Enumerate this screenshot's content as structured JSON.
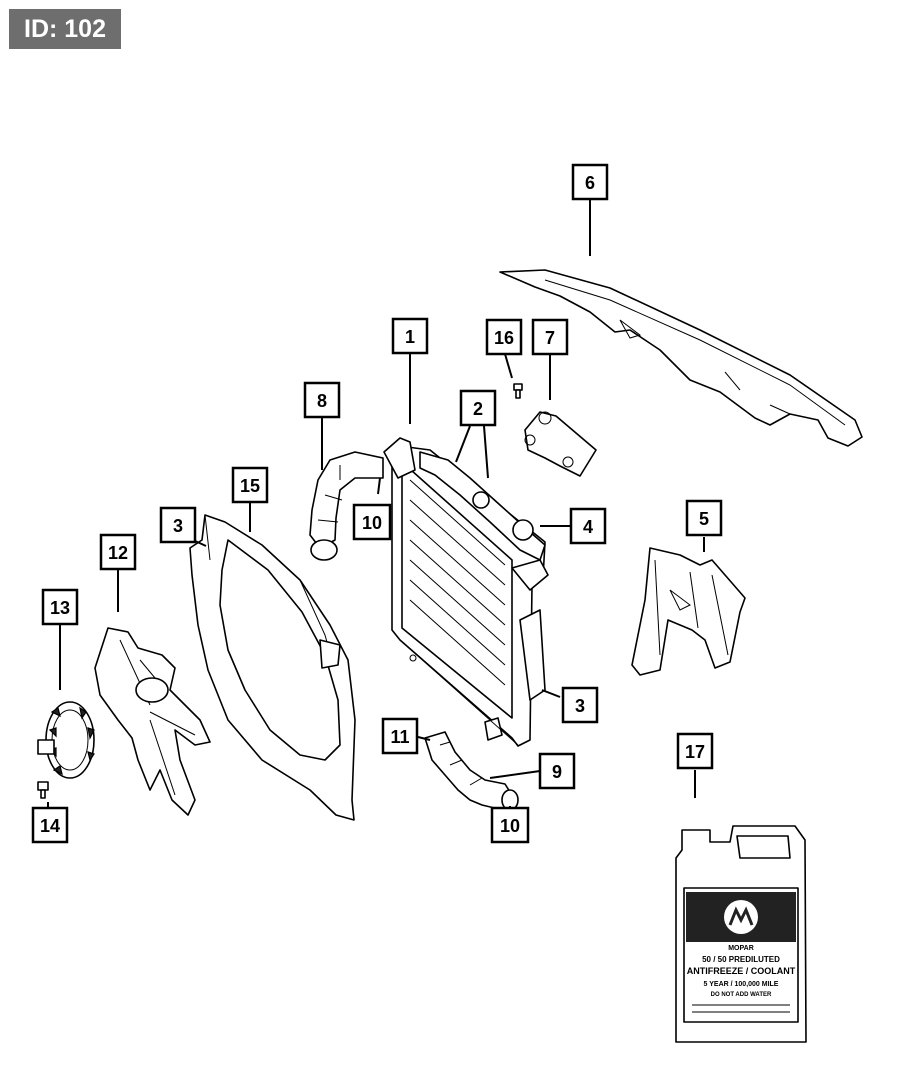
{
  "header": {
    "id_label": "ID: 102"
  },
  "callouts": [
    {
      "key": "c1",
      "number": "1"
    },
    {
      "key": "c2",
      "number": "2"
    },
    {
      "key": "c3a",
      "number": "3"
    },
    {
      "key": "c3b",
      "number": "3"
    },
    {
      "key": "c4",
      "number": "4"
    },
    {
      "key": "c5",
      "number": "5"
    },
    {
      "key": "c6",
      "number": "6"
    },
    {
      "key": "c7",
      "number": "7"
    },
    {
      "key": "c8",
      "number": "8"
    },
    {
      "key": "c9",
      "number": "9"
    },
    {
      "key": "c10a",
      "number": "10"
    },
    {
      "key": "c10b",
      "number": "10"
    },
    {
      "key": "c11",
      "number": "11"
    },
    {
      "key": "c12",
      "number": "12"
    },
    {
      "key": "c13",
      "number": "13"
    },
    {
      "key": "c14",
      "number": "14"
    },
    {
      "key": "c15",
      "number": "15"
    },
    {
      "key": "c16",
      "number": "16"
    },
    {
      "key": "c17",
      "number": "17"
    }
  ],
  "jug_label": {
    "brand": "MOPAR",
    "line1": "50 / 50 PREDILUTED",
    "line2": "ANTIFREEZE / COOLANT",
    "line3": "5 YEAR / 100,000 MILE",
    "line4": "DO NOT ADD WATER"
  }
}
